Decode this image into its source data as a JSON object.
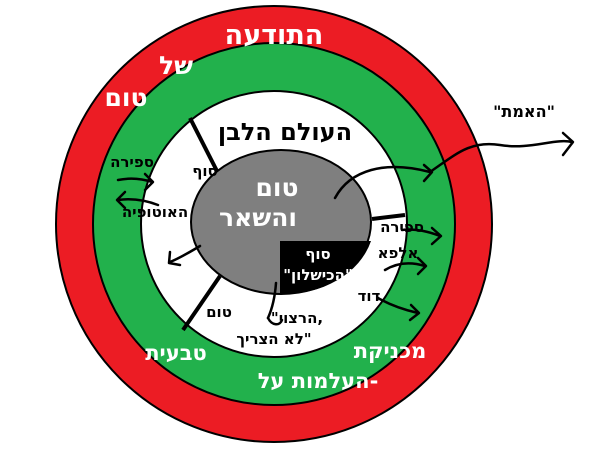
{
  "colors": {
    "outer_ring": "#ec1c24",
    "middle_ring": "#22b14c",
    "inner_disk": "#ffffff",
    "core": "#7f7f7f",
    "failure_wedge": "#000000",
    "line": "#000000"
  },
  "labels": {
    "outer_top": "התודעה",
    "outer_left_1": "של",
    "outer_left_2": "טום",
    "middle_bottom_left": "טבעית",
    "middle_bottom_right": "מכניקת",
    "middle_bottom": "העלמות על-",
    "white_world": "העולם הלבן",
    "core_line_1": "טום",
    "core_line_2": "והשאר",
    "end_line": "סוף",
    "failure": "\"הכישלון\"",
    "sefira_left": "ספירה",
    "end_left": "סוף",
    "autopia": "האוטופיה",
    "sefira_right": "ספירה",
    "alpha": "אלפא",
    "david": "דוד",
    "tom_bottom": "טום",
    "desired_1": "\"הרצוי,",
    "desired_2": "לא הצריך\"",
    "truth": "\"האמת\""
  }
}
